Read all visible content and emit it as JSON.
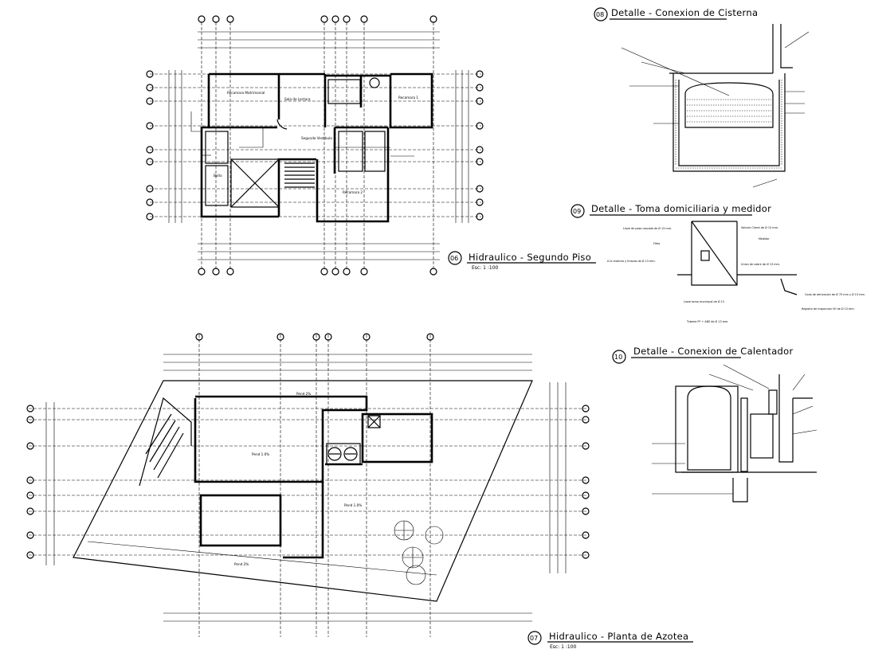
{
  "sheet": {
    "plan_segundo_piso": {
      "number": "06",
      "title": "Hidraulico - Segundo Piso",
      "scale": "Esc: 1 :100",
      "rooms": {
        "recamara_matrimonial": "Recamara Matrimonial",
        "sala_lectura": "Sala de Lectura",
        "recamara_1": "Recamara 1",
        "segundo_vestibulo": "Segundo Vestibulo",
        "recamara_2": "Recamara 2",
        "bano": "Baño"
      }
    },
    "plan_azotea": {
      "number": "07",
      "title": "Hidraulico - Planta de Azotea",
      "scale": "Esc: 1 :100",
      "labels": {
        "pend_left": "Pend 1.0%",
        "pend_right": "Pend 1.0%",
        "pend_top": "Pend 2%",
        "pend_bottom": "Pend 2%"
      }
    },
    "detail_cisterna": {
      "number": "08",
      "title": "Detalle - Conexion de Cisterna"
    },
    "detail_toma": {
      "number": "09",
      "title": "Detalle - Toma domiciliaria y medidor",
      "notes": {
        "llave_paso": "Llave de paso roscada de Ø 13 mm.",
        "filtro": "Filtro",
        "cisterna": "A la cisterna y tinacos de Ø 13 mm.",
        "valvula": "Valvula Check de Ø 13 mm.",
        "medidor": "Medidor",
        "union": "Union de cobre de Ø 13 mm.",
        "llave_toma": "Llave toma municipal de Ø 13",
        "tuberia": "Tuberia PF + ABS de Ø 13 mm.",
        "codo": "Codo de derivacion de Ø 75 mm y Ø 13 mm.",
        "registro": "Registro de inspeccion Nº de Ø 13 mm."
      }
    },
    "detail_calentador": {
      "number": "10",
      "title": "Detalle - Conexion de Calentador"
    }
  }
}
